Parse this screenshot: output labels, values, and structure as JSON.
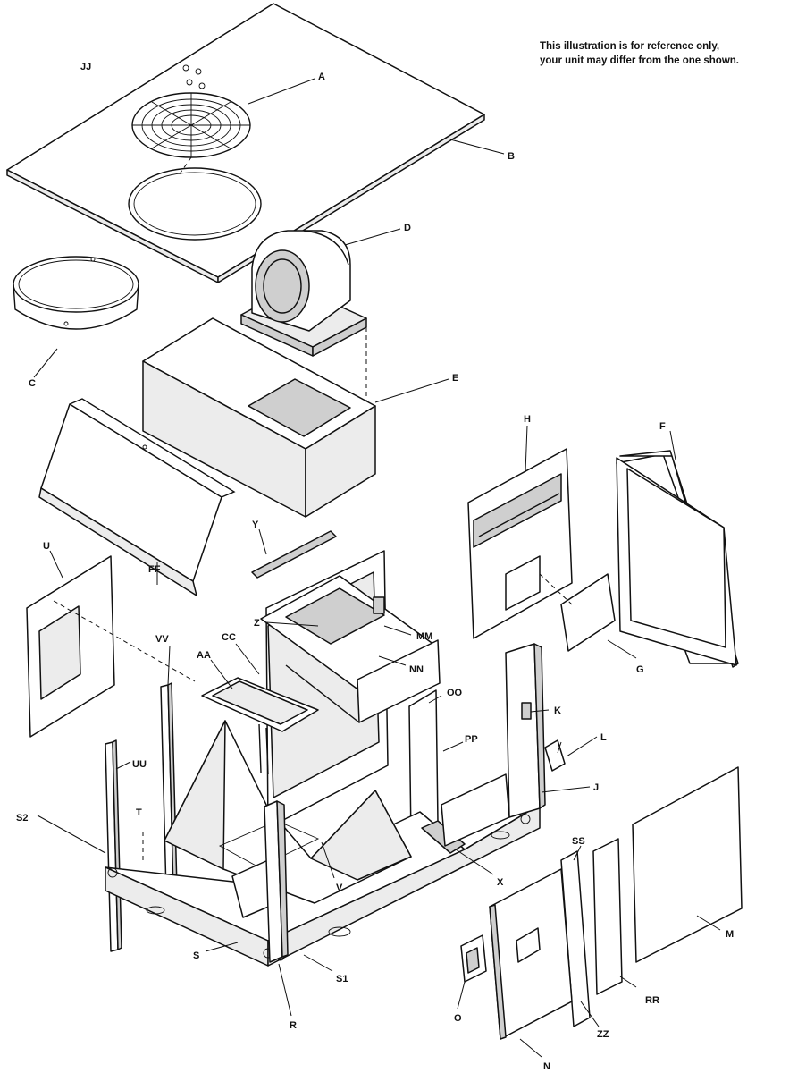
{
  "note": {
    "line1": "This illustration is for reference only,",
    "line2": "your unit may differ from the one shown."
  },
  "callouts": [
    "JJ",
    "A",
    "B",
    "D",
    "C",
    "E",
    "H",
    "F",
    "FF",
    "Y",
    "U",
    "MM",
    "Z",
    "CC",
    "VV",
    "AA",
    "NN",
    "OO",
    "G",
    "K",
    "L",
    "PP",
    "UU",
    "J",
    "S2",
    "T",
    "V",
    "X",
    "SS",
    "M",
    "S",
    "S1",
    "R",
    "O",
    "ZZ",
    "RR",
    "N"
  ]
}
